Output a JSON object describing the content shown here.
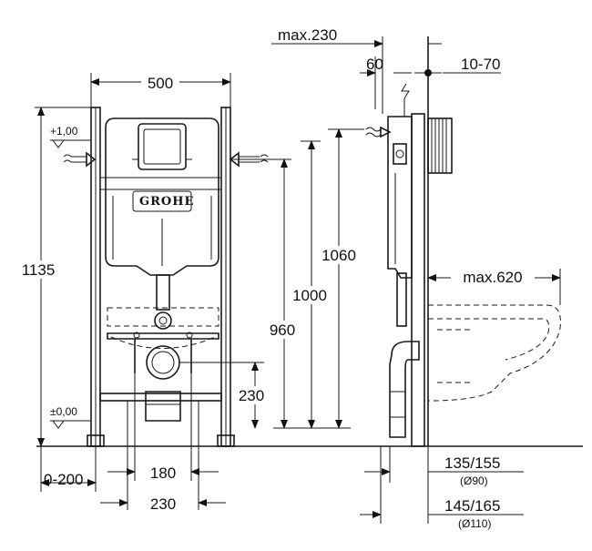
{
  "brand": {
    "logo_text": "GROHE"
  },
  "front_view": {
    "width": "500",
    "height_total": "1135",
    "height_1000": "1000",
    "height_1060": "1060",
    "height_960": "960",
    "height_230": "230",
    "offset_range": "0-200",
    "spacing_180": "180",
    "spacing_230": "230",
    "level_top": "+1,00",
    "level_zero": "±0,00"
  },
  "side_view": {
    "max_230": "max.230",
    "dim_60": "60",
    "dim_10_70": "10-70",
    "max_620": "max.620",
    "pipe_1": "135/155",
    "pipe_1_dia": "(Ø90)",
    "pipe_2": "145/165",
    "pipe_2_dia": "(Ø110)"
  }
}
